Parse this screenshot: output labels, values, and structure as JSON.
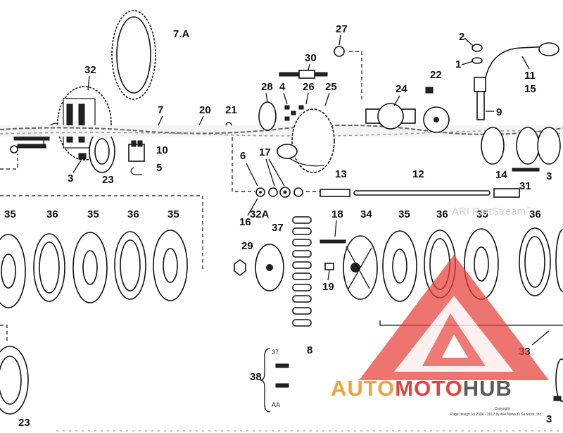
{
  "labels": {
    "p7a": "7.A",
    "p32": "32",
    "p27": "27",
    "p2": "2",
    "p1": "1",
    "p11": "11",
    "p15": "15",
    "p30": "30",
    "p28": "28",
    "p4": "4",
    "p26": "26",
    "p25": "25",
    "p22": "22",
    "p24": "24",
    "p9": "9",
    "p7": "7",
    "p20": "20",
    "p21": "21",
    "p10": "10",
    "p5": "5",
    "p3a": "3",
    "p23a": "23",
    "p6": "6",
    "p17": "17",
    "p13": "13",
    "p12": "12",
    "p14": "14",
    "p31": "31",
    "p3b": "3",
    "p16": "16",
    "p32a": "32A",
    "p37": "37",
    "p35a": "35",
    "p36a": "36",
    "p35b": "35",
    "p36b": "36",
    "p35c": "35",
    "p18": "18",
    "p34": "34",
    "p35d": "35",
    "p36c": "36",
    "p35e": "35",
    "p36d": "36",
    "p29": "29",
    "p19": "19",
    "p8": "8",
    "p38": "38",
    "p33": "33",
    "p23b": "23",
    "p3c": "3",
    "p38_top": "37",
    "p38_bottom": "AA"
  },
  "watermark": {
    "text": "ARI PartStream",
    "tm": "™"
  },
  "logo": {
    "auto": "AUTO",
    "moto": "MOTO",
    "hub": "HUB"
  },
  "footer": {
    "copyright": "Copyright",
    "page_design": "Page design (c) 2004 - 2017 by ARI Network Services, Inc."
  },
  "colors": {
    "logo_red": "#e8403a",
    "logo_orange": "#f2a23a",
    "logo_gray": "#5a5a5a",
    "line": "#111111"
  }
}
